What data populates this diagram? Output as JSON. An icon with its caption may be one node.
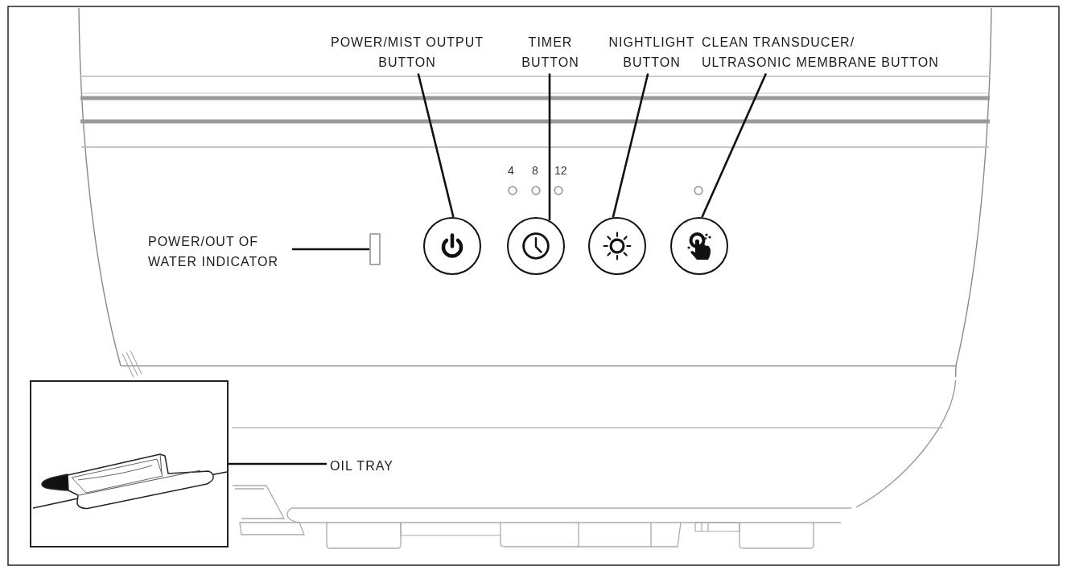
{
  "diagram": {
    "nodes": [
      {
        "text": [
          "POWER/MIST OUTPUT BUTTON"
        ]
      },
      {
        "text": [
          "TIMER BUTTON"
        ]
      },
      {
        "text": [
          "NIGHTLIGHT BUTTON"
        ]
      },
      {
        "text": [
          "CLEAN TRANSDUCER/ ULTRASONIC MEMBRANE BUTTON"
        ]
      },
      {
        "text": [
          "POWER/OUT OF WATER INDICATOR"
        ]
      },
      {
        "text": [],
        "shape": "box"
      },
      {
        "text": [],
        "shape": "circle"
      },
      {
        "text": [],
        "shape": "circle"
      },
      {
        "text": [],
        "shape": "circle"
      },
      {
        "text": [],
        "shape": "circle"
      },
      {
        "text": [],
        "shape": "picture"
      },
      {
        "text": [
          "OIL TRAY"
        ]
      }
    ],
    "edges": [
      {
        "from": 0,
        "to": 6,
        "arrow": "none"
      },
      {
        "from": 1,
        "to": 7,
        "arrow": "none"
      },
      {
        "from": 2,
        "to": 8,
        "arrow": "none"
      },
      {
        "from": 3,
        "to": 9,
        "arrow": "none"
      },
      {
        "from": 4,
        "to": 5,
        "arrow": "none"
      },
      {
        "from": 11,
        "to": 10,
        "arrow": "none"
      }
    ],
    "labels": [
      "4",
      "8",
      "12"
    ]
  }
}
